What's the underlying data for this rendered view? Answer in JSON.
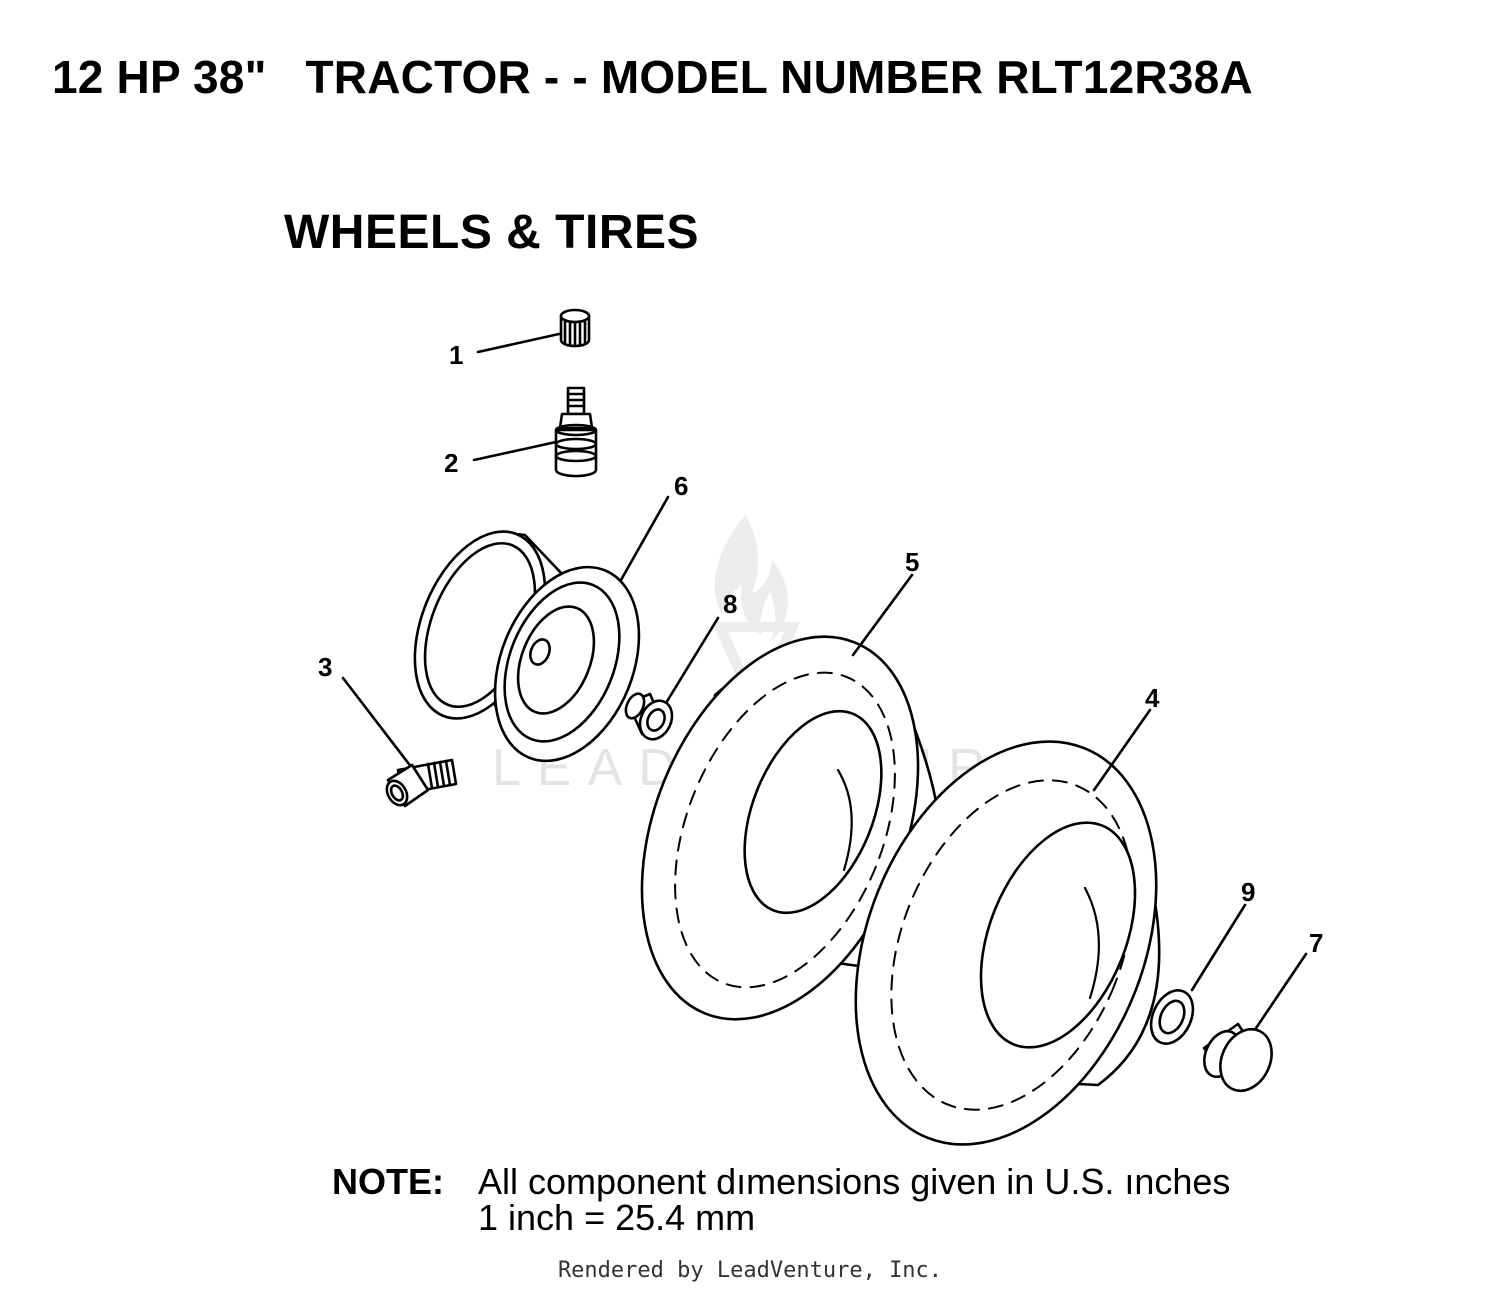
{
  "header": {
    "title": "12 HP 38\"   TRACTOR - - MODEL NUMBER RLT12R38A"
  },
  "section": {
    "title": "WHEELS & TIRES"
  },
  "callouts": [
    "1",
    "2",
    "3",
    "4",
    "5",
    "6",
    "7",
    "8",
    "9"
  ],
  "watermark": {
    "text": "LEADVENTURE"
  },
  "note": {
    "label": "NOTE:",
    "line1": "All component dımensions given in U.S. ınches",
    "line2": "1 inch = 25.4 mm"
  },
  "footer": {
    "text": "Rendered by LeadVenture, Inc."
  },
  "colors": {
    "ink": "#000000",
    "watermark": "#e4e4e4",
    "footer": "#333333"
  }
}
